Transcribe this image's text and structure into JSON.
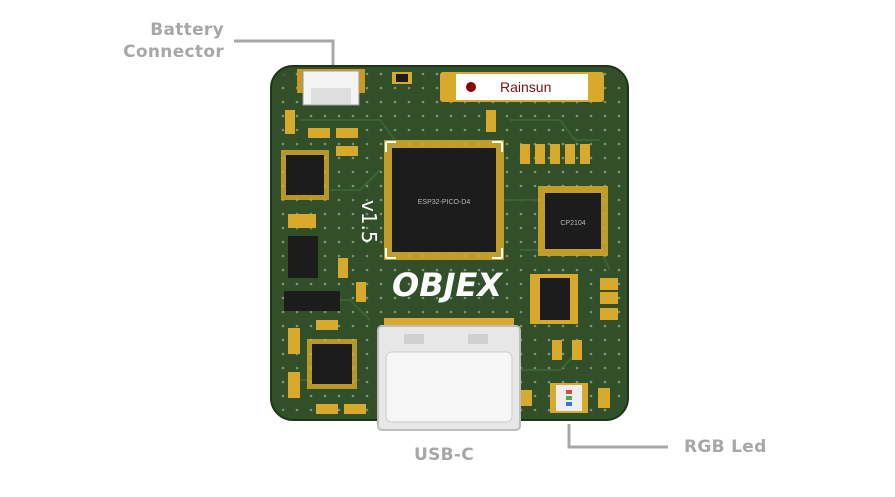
{
  "labels": {
    "battery_line1": "Battery",
    "battery_line2": "Connector",
    "usb": "USB-C",
    "rgb": "RGB Led"
  },
  "board": {
    "antenna_brand": "Rainsun",
    "main_chip": "ESP32-PICO-D4",
    "usb_chip": "CP2104",
    "version": "v1.5",
    "logo": "OBJEX"
  },
  "colors": {
    "pcb": "#2e4a1f",
    "pads": "#d9a92b",
    "callout_lines": "#a7a7a7",
    "antenna_dot": "#8b0000"
  }
}
